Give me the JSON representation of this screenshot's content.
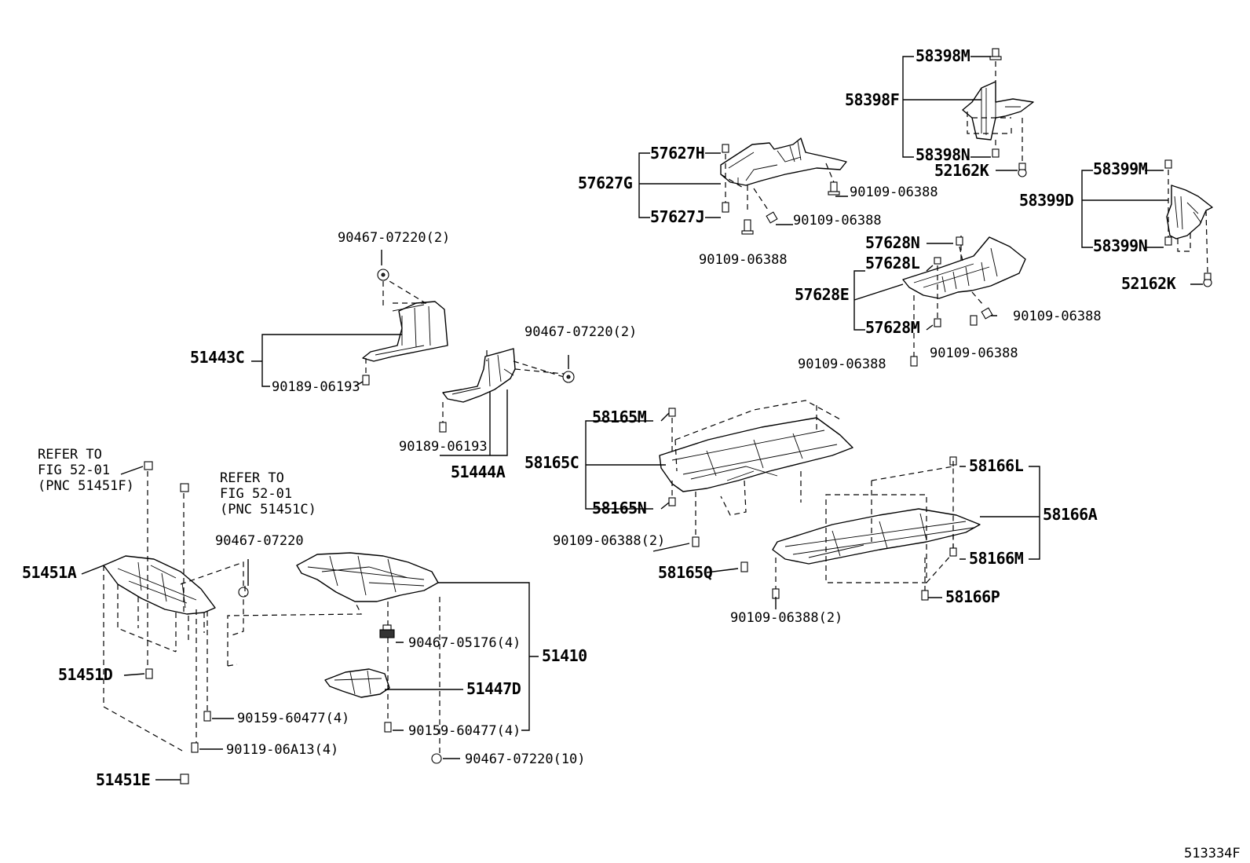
{
  "diagram_id": "513334F",
  "labels": {
    "l58398M": "58398M",
    "l58398F": "58398F",
    "l58398N": "58398N",
    "l52162K_a": "52162K",
    "l57627H": "57627H",
    "l57627G": "57627G",
    "l57627J": "57627J",
    "l90109_06388_a": "90109-06388",
    "l90109_06388_b": "90109-06388",
    "l90109_06388_c": "90109-06388",
    "l58399M": "58399M",
    "l58399D": "58399D",
    "l58399N": "58399N",
    "l52162K_b": "52162K",
    "l57628N": "57628N",
    "l57628L": "57628L",
    "l57628E": "57628E",
    "l57628M": "57628M",
    "l90109_06388_d": "90109-06388",
    "l90109_06388_e": "90109-06388",
    "l90109_06388_f": "90109-06388",
    "l90467_07220_2a": "90467-07220(2)",
    "l51443C": "51443C",
    "l90189_06193_a": "90189-06193",
    "l90467_07220_2b": "90467-07220(2)",
    "l90189_06193_b": "90189-06193",
    "l51444A": "51444A",
    "l58165M": "58165M",
    "l58165C": "58165C",
    "l58165N": "58165N",
    "l90109_06388_2a": "90109-06388(2)",
    "l58165Q": "58165Q",
    "l58166L": "58166L",
    "l58166A": "58166A",
    "l58166M": "58166M",
    "l58166P": "58166P",
    "l90109_06388_2b": "90109-06388(2)",
    "l90467_07220": "90467-07220",
    "l51451A": "51451A",
    "l51451D": "51451D",
    "l51451E": "51451E",
    "l90159_60477_4a": "90159-60477(4)",
    "l90119_06A13_4": "90119-06A13(4)",
    "l90467_05176_4": "90467-05176(4)",
    "l51410": "51410",
    "l51447D": "51447D",
    "l90159_60477_4b": "90159-60477(4)",
    "l90467_07220_10": "90467-07220(10)"
  },
  "refer1": [
    "REFER TO",
    "FIG 52-01",
    "(PNC 51451F)"
  ],
  "refer2": [
    "REFER TO",
    "FIG 52-01",
    "(PNC 51451C)"
  ]
}
